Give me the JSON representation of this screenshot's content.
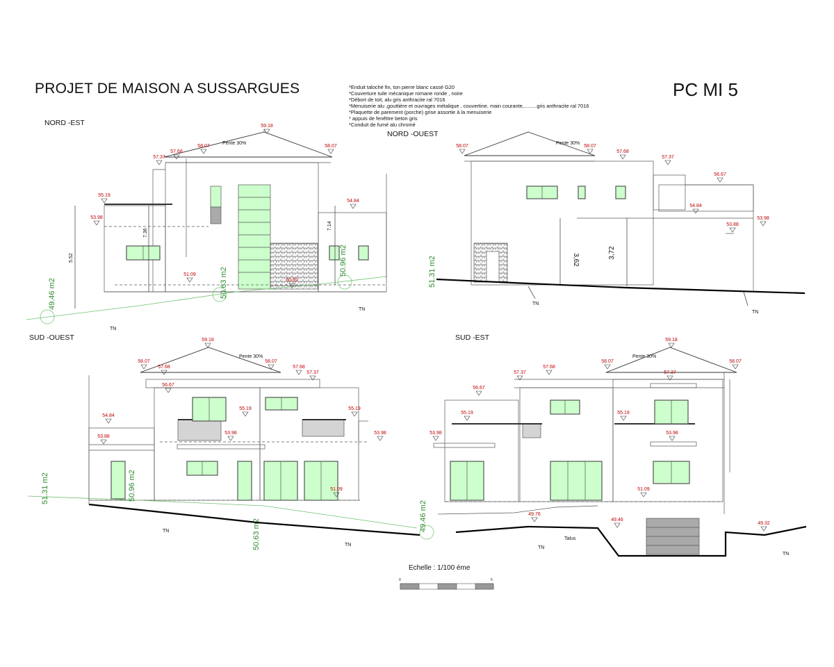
{
  "title": "PROJET DE MAISON A SUSSARGUES",
  "code": "PC MI 5",
  "notes": [
    "*Enduit taloché fin, ton pierre blanc cassé G20",
    "*Couverture tuile mécanique romane ronde , noire",
    "*Débort de toit, alu gris anthracite ral 7016",
    "*Menuiserie alu ,gouttière et ouvrages métalique , couvertine, main courante,.........gris anthracite ral 7016",
    "*Plaquette de parement (porche) grise assortie à la menuiserie",
    "* appuis de fenêttre beton gris",
    "*Conduit de fumé alu chromé"
  ],
  "views": {
    "nord_est": {
      "label": "NORD -EST",
      "levels": [
        "59.18",
        "58.07",
        "58.07",
        "57.37",
        "57.68",
        "55.19",
        "53.98",
        "54.84",
        "51.09",
        "50.92"
      ],
      "dims": [
        "7.36",
        "5.52",
        "7.14"
      ],
      "areas": [
        "49.46 m2",
        "50.63 m2",
        "50.96 m2"
      ],
      "roof_note": "Pente 30%",
      "tn": "TN"
    },
    "nord_ouest": {
      "label": "NORD -OUEST",
      "levels": [
        "58.07",
        "58.07",
        "57.68",
        "57.37",
        "56.67",
        "54.84",
        "53.88",
        "53.98"
      ],
      "dims": [
        "3,62",
        "3,72"
      ],
      "areas": [
        "51.31 m2"
      ],
      "roof_note": "Pente 30%",
      "tn": "TN"
    },
    "sud_ouest": {
      "label": "SUD -OUEST",
      "levels": [
        "59.18",
        "58.07",
        "57.68",
        "58.07",
        "57.68",
        "57.37",
        "56.67",
        "54.84",
        "55.19",
        "55.19",
        "53.88",
        "53.98",
        "53.98",
        "51.09"
      ],
      "areas": [
        "51.31 m2",
        "50.96 m2",
        "50.63 m2"
      ],
      "roof_note": "Pente 30%",
      "tn": "TN"
    },
    "sud_est": {
      "label": "SUD -EST",
      "levels": [
        "59.18",
        "58.07",
        "58.07",
        "57.37",
        "57.68",
        "57.37",
        "56.67",
        "55.19",
        "55.19",
        "53.98",
        "53.98",
        "51.09",
        "49.76",
        "49.46",
        "49.32"
      ],
      "areas": [
        "49.46 m2"
      ],
      "roof_note": "Pente 30%",
      "talus": "Talus",
      "tn": "TN"
    }
  },
  "scale": {
    "label": "Echelle : 1/100 éme",
    "min": "0",
    "max": "5"
  },
  "colors": {
    "glass": "#ccffcc",
    "level_text": "#c00000",
    "area_text": "#2e8b2e",
    "grey_fill": "#d4d4d4"
  }
}
